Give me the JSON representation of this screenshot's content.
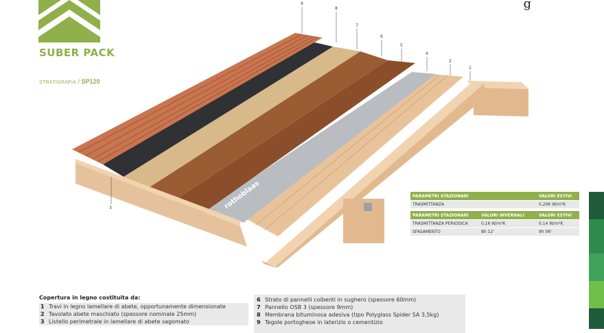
{
  "brand": {
    "name": "SUBER PACK",
    "stratigraphy_label": "STRATIGRAFIA",
    "separator": "/",
    "code": "SP120"
  },
  "partial_title": "g",
  "callouts": [
    "9",
    "8",
    "7",
    "6",
    "5",
    "4",
    "2",
    "1",
    "3"
  ],
  "membrane_print": "rothoblaas",
  "params_summer": {
    "header": {
      "col1": "PARAMETRI STAZIONARI",
      "col3": "VALORI ESTIVI"
    },
    "row": {
      "label": "TRASMITTANZA",
      "value": "0,296 W/m²K"
    }
  },
  "params_periodic": {
    "header": {
      "col1": "PARAMETRI STAZIONARI",
      "col2": "VALORI INVERNALI",
      "col3": "VALORI ESTIVI"
    },
    "rows": [
      {
        "label": "TRASMITTANZA PERIODICA",
        "winter": "0,16 W/m²K",
        "summer": "0,14 W/m²K"
      },
      {
        "label": "SFASAMENTO",
        "winter": "8h 12'",
        "summer": "9h 06'"
      }
    ]
  },
  "legend": {
    "title": "Copertura in legno costituita da:",
    "left_items": [
      {
        "n": "1",
        "text": "Travi in legno lamellare di abete, opportunamente dimensionate"
      },
      {
        "n": "2",
        "text": "Tavolato abete maschiato (spessore nominale 25mm)"
      },
      {
        "n": "3",
        "text": "Listello perimetrale in lamellare di abete sagomato"
      }
    ],
    "right_items": [
      {
        "n": "6",
        "text": "Strato di pannelli coibenti in sughero (spessore 60mm)"
      },
      {
        "n": "7",
        "text": "Pannello OSB 3 (spessore 9mm)"
      },
      {
        "n": "8",
        "text": "Membrana bituminosa adesiva (tipo Polyglass Spider SA 3,5kg)"
      },
      {
        "n": "9",
        "text": "Tegole portoghese in laterizio o cementizio"
      }
    ]
  },
  "colors": {
    "brand_green": "#8fb04a",
    "cork": "#8a4f2a",
    "osb": "#d8b98a",
    "tile": "#c9754e",
    "wood": "#e2b98f",
    "membrane": "#2f3134"
  }
}
